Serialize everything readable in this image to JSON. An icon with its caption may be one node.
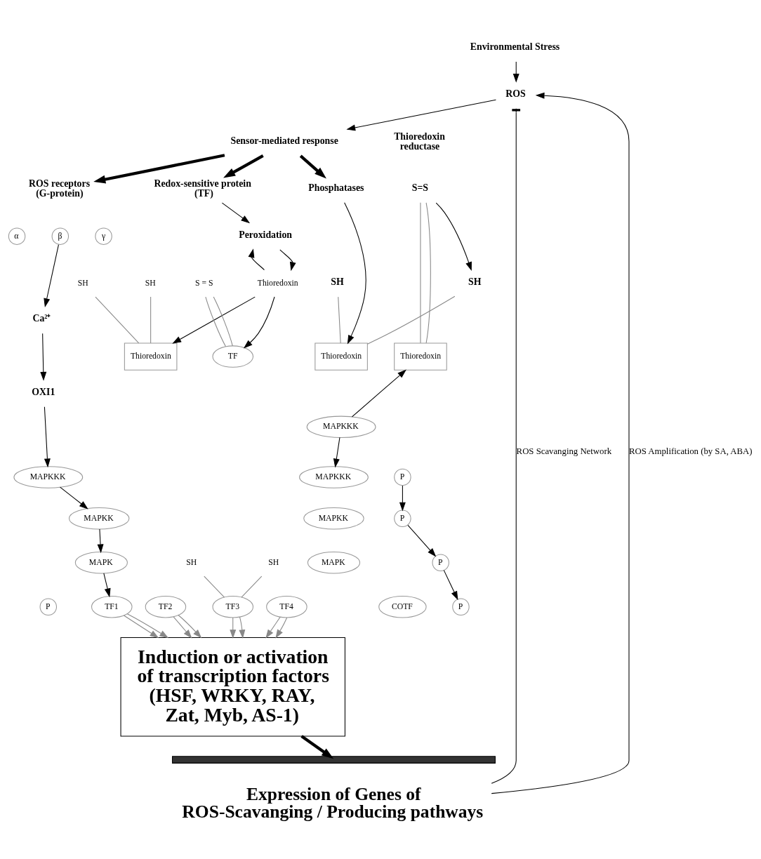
{
  "diagram": {
    "nodes": [
      {
        "text": [
          "Environmental Stress"
        ]
      },
      {
        "text": [
          "ROS"
        ]
      },
      {
        "text": [
          "Sensor-mediated response"
        ]
      },
      {
        "text": [
          "ROS receptors (G-protein)"
        ]
      },
      {
        "text": [
          "α"
        ]
      },
      {
        "text": [
          "β"
        ]
      },
      {
        "text": [
          "γ"
        ]
      },
      {
        "text": [
          "Ca²⁺"
        ]
      },
      {
        "text": [
          "OXI1"
        ]
      },
      {
        "text": [
          "MAPKKK"
        ]
      },
      {
        "text": [
          "MAPKK"
        ]
      },
      {
        "text": [
          "MAPK"
        ]
      },
      {
        "text": [
          "TF1"
        ]
      },
      {
        "text": [
          "P"
        ]
      },
      {
        "text": [
          "Redox-sensitive protein (TF)"
        ]
      },
      {
        "text": [
          "Peroxidation"
        ]
      },
      {
        "text": [
          "Thioredoxin"
        ]
      },
      {
        "text": [
          "SH"
        ]
      },
      {
        "text": [
          "SH"
        ]
      },
      {
        "text": [
          "Thioredoxin"
        ]
      },
      {
        "text": [
          "TF2"
        ]
      },
      {
        "text": [
          "S = S"
        ]
      },
      {
        "text": [
          "TF"
        ]
      },
      {
        "text": [
          "SH"
        ]
      },
      {
        "text": [
          "SH"
        ]
      },
      {
        "text": [
          "TF3"
        ]
      },
      {
        "text": [
          "Phosphatases"
        ]
      },
      {
        "text": [
          "Thioredoxin reductase"
        ]
      },
      {
        "text": [
          "SH"
        ]
      },
      {
        "text": [
          "SH"
        ]
      },
      {
        "text": [
          "Thioredoxin"
        ]
      },
      {
        "text": [
          "MAPKKK"
        ]
      },
      {
        "text": [
          "S=S"
        ]
      },
      {
        "text": [
          "Thioredoxin"
        ]
      },
      {
        "text": [
          "MAPKKK"
        ]
      },
      {
        "text": [
          "P"
        ]
      },
      {
        "text": [
          "MAPKK"
        ]
      },
      {
        "text": [
          "P"
        ]
      },
      {
        "text": [
          "MAPK"
        ]
      },
      {
        "text": [
          "P"
        ]
      },
      {
        "text": [
          "TF4"
        ]
      },
      {
        "text": [
          "COTF"
        ]
      },
      {
        "text": [
          "P"
        ]
      },
      {
        "text": [
          "Induction or activation of transcription factors (HSF, WRKY, RAY, Zat, Myb, AS-1)"
        ]
      },
      {
        "text": [],
        "shape": "helix"
      },
      {
        "text": [
          "Expression of Genes of ROS-Scavanging / Producing pathways"
        ]
      }
    ],
    "edges": [
      {
        "from": 0,
        "to": 1,
        "arrow": "to"
      },
      {
        "from": 1,
        "to": 2,
        "arrow": "to"
      },
      {
        "from": 2,
        "to": 3,
        "arrow": "to",
        "style": "thick"
      },
      {
        "from": 2,
        "to": 14,
        "arrow": "to",
        "style": "thick"
      },
      {
        "from": 2,
        "to": 26,
        "arrow": "to",
        "style": "thick"
      },
      {
        "from": 5,
        "to": 7,
        "arrow": "to"
      },
      {
        "from": 7,
        "to": 8,
        "arrow": "to"
      },
      {
        "from": 8,
        "to": 9,
        "arrow": "to"
      },
      {
        "from": 9,
        "to": 10,
        "arrow": "to"
      },
      {
        "from": 10,
        "to": 11,
        "arrow": "to"
      },
      {
        "from": 11,
        "to": 12,
        "arrow": "to"
      },
      {
        "from": 14,
        "to": 15,
        "arrow": "to"
      },
      {
        "from": 16,
        "to": 15,
        "arrow": "to"
      },
      {
        "from": 15,
        "to": 16,
        "arrow": "to"
      },
      {
        "from": 16,
        "to": 19,
        "arrow": "to"
      },
      {
        "from": 16,
        "to": 22,
        "arrow": "to"
      },
      {
        "from": 17,
        "to": 19,
        "arrow": "none",
        "color": "#888888"
      },
      {
        "from": 18,
        "to": 19,
        "arrow": "none",
        "color": "#888888"
      },
      {
        "from": 21,
        "to": 22,
        "arrow": "none",
        "color": "#888888"
      },
      {
        "from": 21,
        "to": 22,
        "arrow": "none",
        "color": "#888888"
      },
      {
        "from": 23,
        "to": 25,
        "arrow": "none",
        "color": "#888888"
      },
      {
        "from": 24,
        "to": 25,
        "arrow": "none",
        "color": "#888888"
      },
      {
        "from": 26,
        "to": 30,
        "arrow": "to"
      },
      {
        "from": 28,
        "to": 30,
        "arrow": "none",
        "color": "#888888"
      },
      {
        "from": 29,
        "to": 30,
        "arrow": "none",
        "color": "#888888"
      },
      {
        "from": 32,
        "to": 29,
        "arrow": "to"
      },
      {
        "from": 32,
        "to": 33,
        "arrow": "none",
        "color": "#888888"
      },
      {
        "from": 32,
        "to": 33,
        "arrow": "none",
        "color": "#888888"
      },
      {
        "from": 31,
        "to": 33,
        "arrow": "to"
      },
      {
        "from": 31,
        "to": 34,
        "arrow": "to"
      },
      {
        "from": 35,
        "to": 37,
        "arrow": "to"
      },
      {
        "from": 37,
        "to": 39,
        "arrow": "to"
      },
      {
        "from": 39,
        "to": 42,
        "arrow": "to"
      },
      {
        "from": 12,
        "to": 43,
        "arrow": "to",
        "color": "#888888"
      },
      {
        "from": 12,
        "to": 43,
        "arrow": "to",
        "color": "#888888"
      },
      {
        "from": 20,
        "to": 43,
        "arrow": "to",
        "color": "#888888"
      },
      {
        "from": 20,
        "to": 43,
        "arrow": "to",
        "color": "#888888"
      },
      {
        "from": 25,
        "to": 43,
        "arrow": "to",
        "color": "#888888"
      },
      {
        "from": 25,
        "to": 43,
        "arrow": "to",
        "color": "#888888"
      },
      {
        "from": 40,
        "to": 43,
        "arrow": "to",
        "color": "#888888"
      },
      {
        "from": 40,
        "to": 43,
        "arrow": "to",
        "color": "#888888"
      },
      {
        "from": 43,
        "to": 44,
        "arrow": "to",
        "style": "thick"
      },
      {
        "from": 45,
        "to": 1,
        "arrow": "other",
        "label": "ROS Scavanging Network"
      },
      {
        "from": 45,
        "to": 1,
        "arrow": "to",
        "label": "ROS Amplification (by SA, ABA)"
      }
    ]
  }
}
